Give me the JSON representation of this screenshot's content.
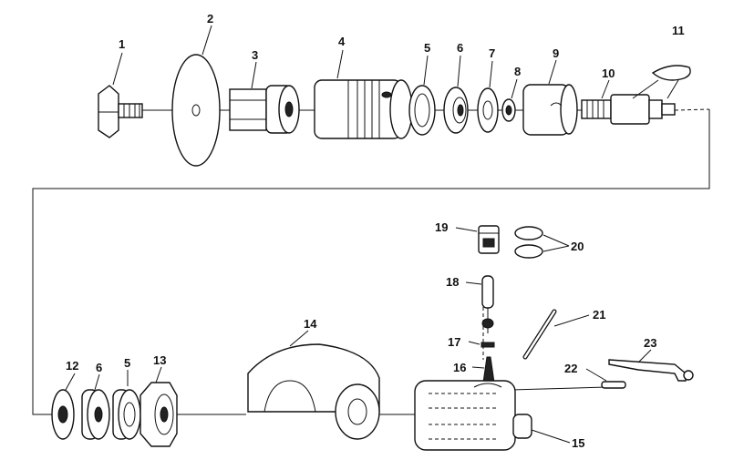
{
  "callouts": [
    {
      "id": "1",
      "label": "1"
    },
    {
      "id": "2",
      "label": "2"
    },
    {
      "id": "3",
      "label": "3"
    },
    {
      "id": "4",
      "label": "4"
    },
    {
      "id": "5",
      "label": "5"
    },
    {
      "id": "6",
      "label": "6"
    },
    {
      "id": "7",
      "label": "7"
    },
    {
      "id": "8",
      "label": "8"
    },
    {
      "id": "9",
      "label": "9"
    },
    {
      "id": "10",
      "label": "10"
    },
    {
      "id": "11",
      "label": "11"
    },
    {
      "id": "12",
      "label": "12"
    },
    {
      "id": "6b",
      "label": "6"
    },
    {
      "id": "5b",
      "label": "5"
    },
    {
      "id": "13",
      "label": "13"
    },
    {
      "id": "14",
      "label": "14"
    },
    {
      "id": "15",
      "label": "15"
    },
    {
      "id": "16",
      "label": "16"
    },
    {
      "id": "17",
      "label": "17"
    },
    {
      "id": "18",
      "label": "18"
    },
    {
      "id": "19",
      "label": "19"
    },
    {
      "id": "20",
      "label": "20"
    },
    {
      "id": "21",
      "label": "21"
    },
    {
      "id": "22",
      "label": "22"
    },
    {
      "id": "23",
      "label": "23"
    }
  ]
}
